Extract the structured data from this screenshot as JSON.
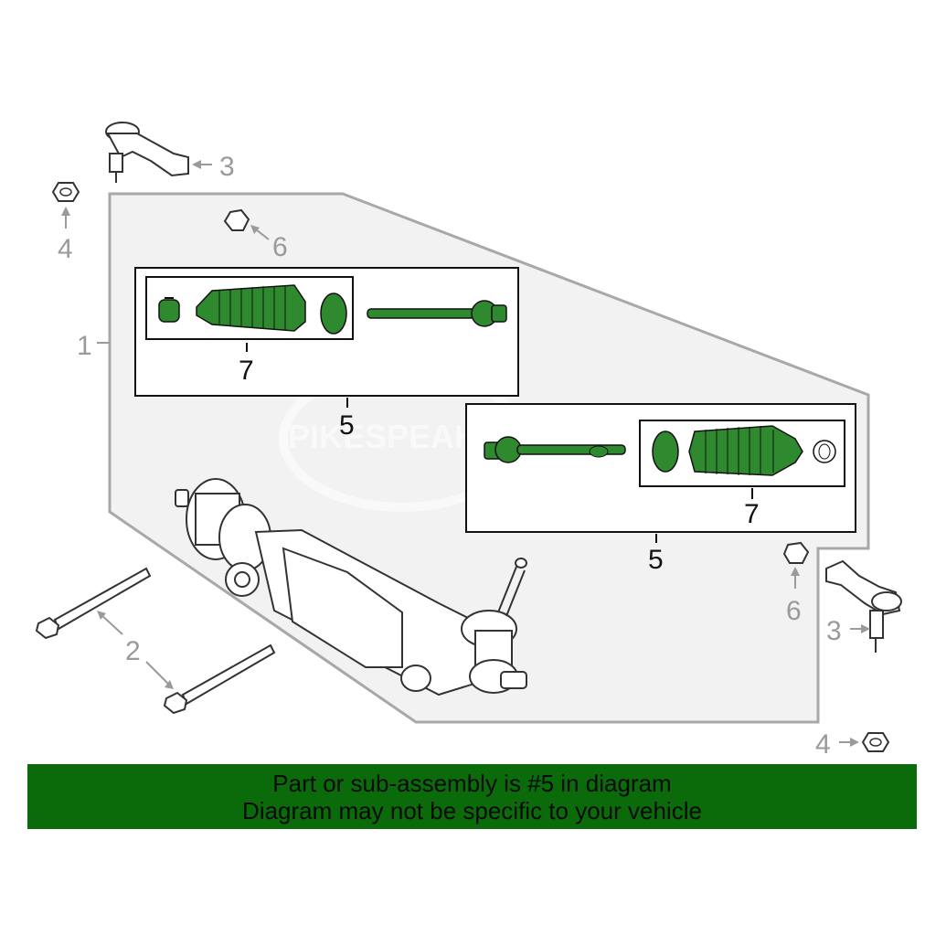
{
  "callouts": {
    "c1": "1",
    "c2": "2",
    "c3_top": "3",
    "c3_right": "3",
    "c4_left": "4",
    "c4_bottom": "4",
    "c5_upper": "5",
    "c5_lower": "5",
    "c6_upper": "6",
    "c6_lower": "6",
    "c7_upper": "7",
    "c7_lower": "7"
  },
  "banner": {
    "line1": "Part or sub-assembly is #5 in diagram",
    "line2": "Diagram may not be specific to your vehicle"
  },
  "watermark": "PIKESPEAK",
  "colors": {
    "highlight_part": "#2f8a2f",
    "banner_background": "#0b6b0b",
    "outline": "#9a9a9a",
    "assembly_panel": "#f2f2f2"
  }
}
